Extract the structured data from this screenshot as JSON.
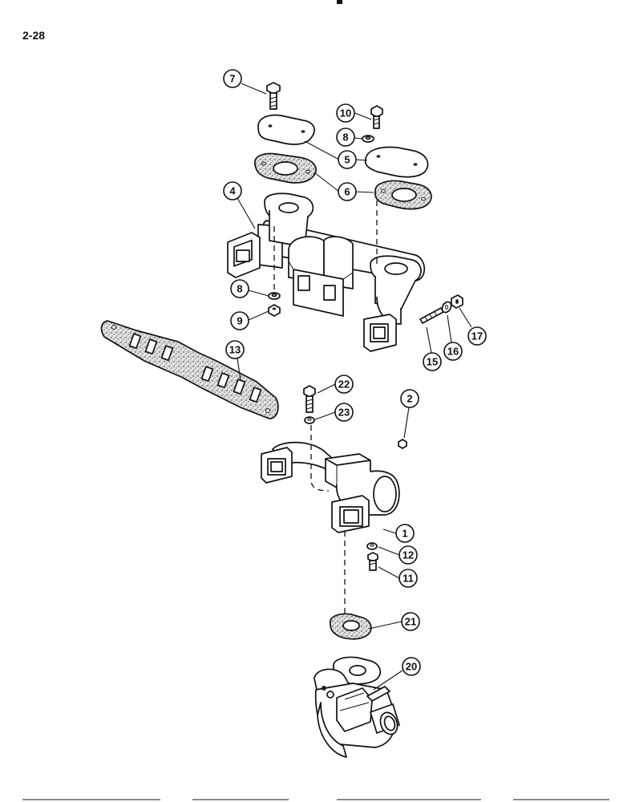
{
  "page": {
    "number": "2-28"
  },
  "callouts": [
    {
      "id": "callout-7",
      "label": "7"
    },
    {
      "id": "callout-10",
      "label": "10"
    },
    {
      "id": "callout-8-top",
      "label": "8"
    },
    {
      "id": "callout-5",
      "label": "5"
    },
    {
      "id": "callout-6",
      "label": "6"
    },
    {
      "id": "callout-4",
      "label": "4"
    },
    {
      "id": "callout-8-lower",
      "label": "8"
    },
    {
      "id": "callout-9",
      "label": "9"
    },
    {
      "id": "callout-13",
      "label": "13"
    },
    {
      "id": "callout-15",
      "label": "15"
    },
    {
      "id": "callout-16",
      "label": "16"
    },
    {
      "id": "callout-17",
      "label": "17"
    },
    {
      "id": "callout-22",
      "label": "22"
    },
    {
      "id": "callout-23",
      "label": "23"
    },
    {
      "id": "callout-2",
      "label": "2"
    },
    {
      "id": "callout-1",
      "label": "1"
    },
    {
      "id": "callout-12",
      "label": "12"
    },
    {
      "id": "callout-11",
      "label": "11"
    },
    {
      "id": "callout-21",
      "label": "21"
    },
    {
      "id": "callout-20",
      "label": "20"
    }
  ]
}
